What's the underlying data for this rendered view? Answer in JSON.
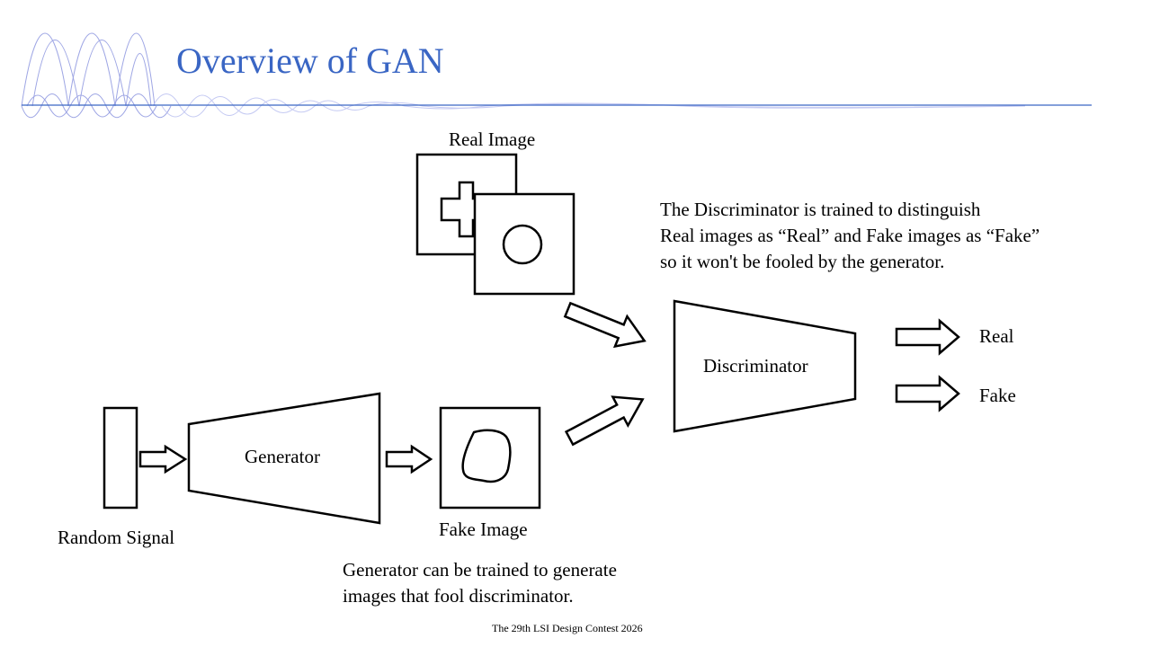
{
  "slide": {
    "title": "Overview of GAN",
    "footer": "The 29th LSI Design Contest 2026",
    "accent_color": "#3a66c4"
  },
  "diagram": {
    "real_image_label": "Real Image",
    "fake_image_label": "Fake Image",
    "random_signal_label": "Random Signal",
    "generator_label": "Generator",
    "discriminator_label": "Discriminator",
    "output_real_label": "Real",
    "output_fake_label": "Fake",
    "discriminator_note": [
      "The Discriminator is trained to distinguish",
      "Real images as “Real” and Fake images as “Fake”",
      "so it won't be fooled by the generator."
    ],
    "generator_note": [
      "Generator can be trained to generate",
      "images that fool discriminator."
    ]
  }
}
